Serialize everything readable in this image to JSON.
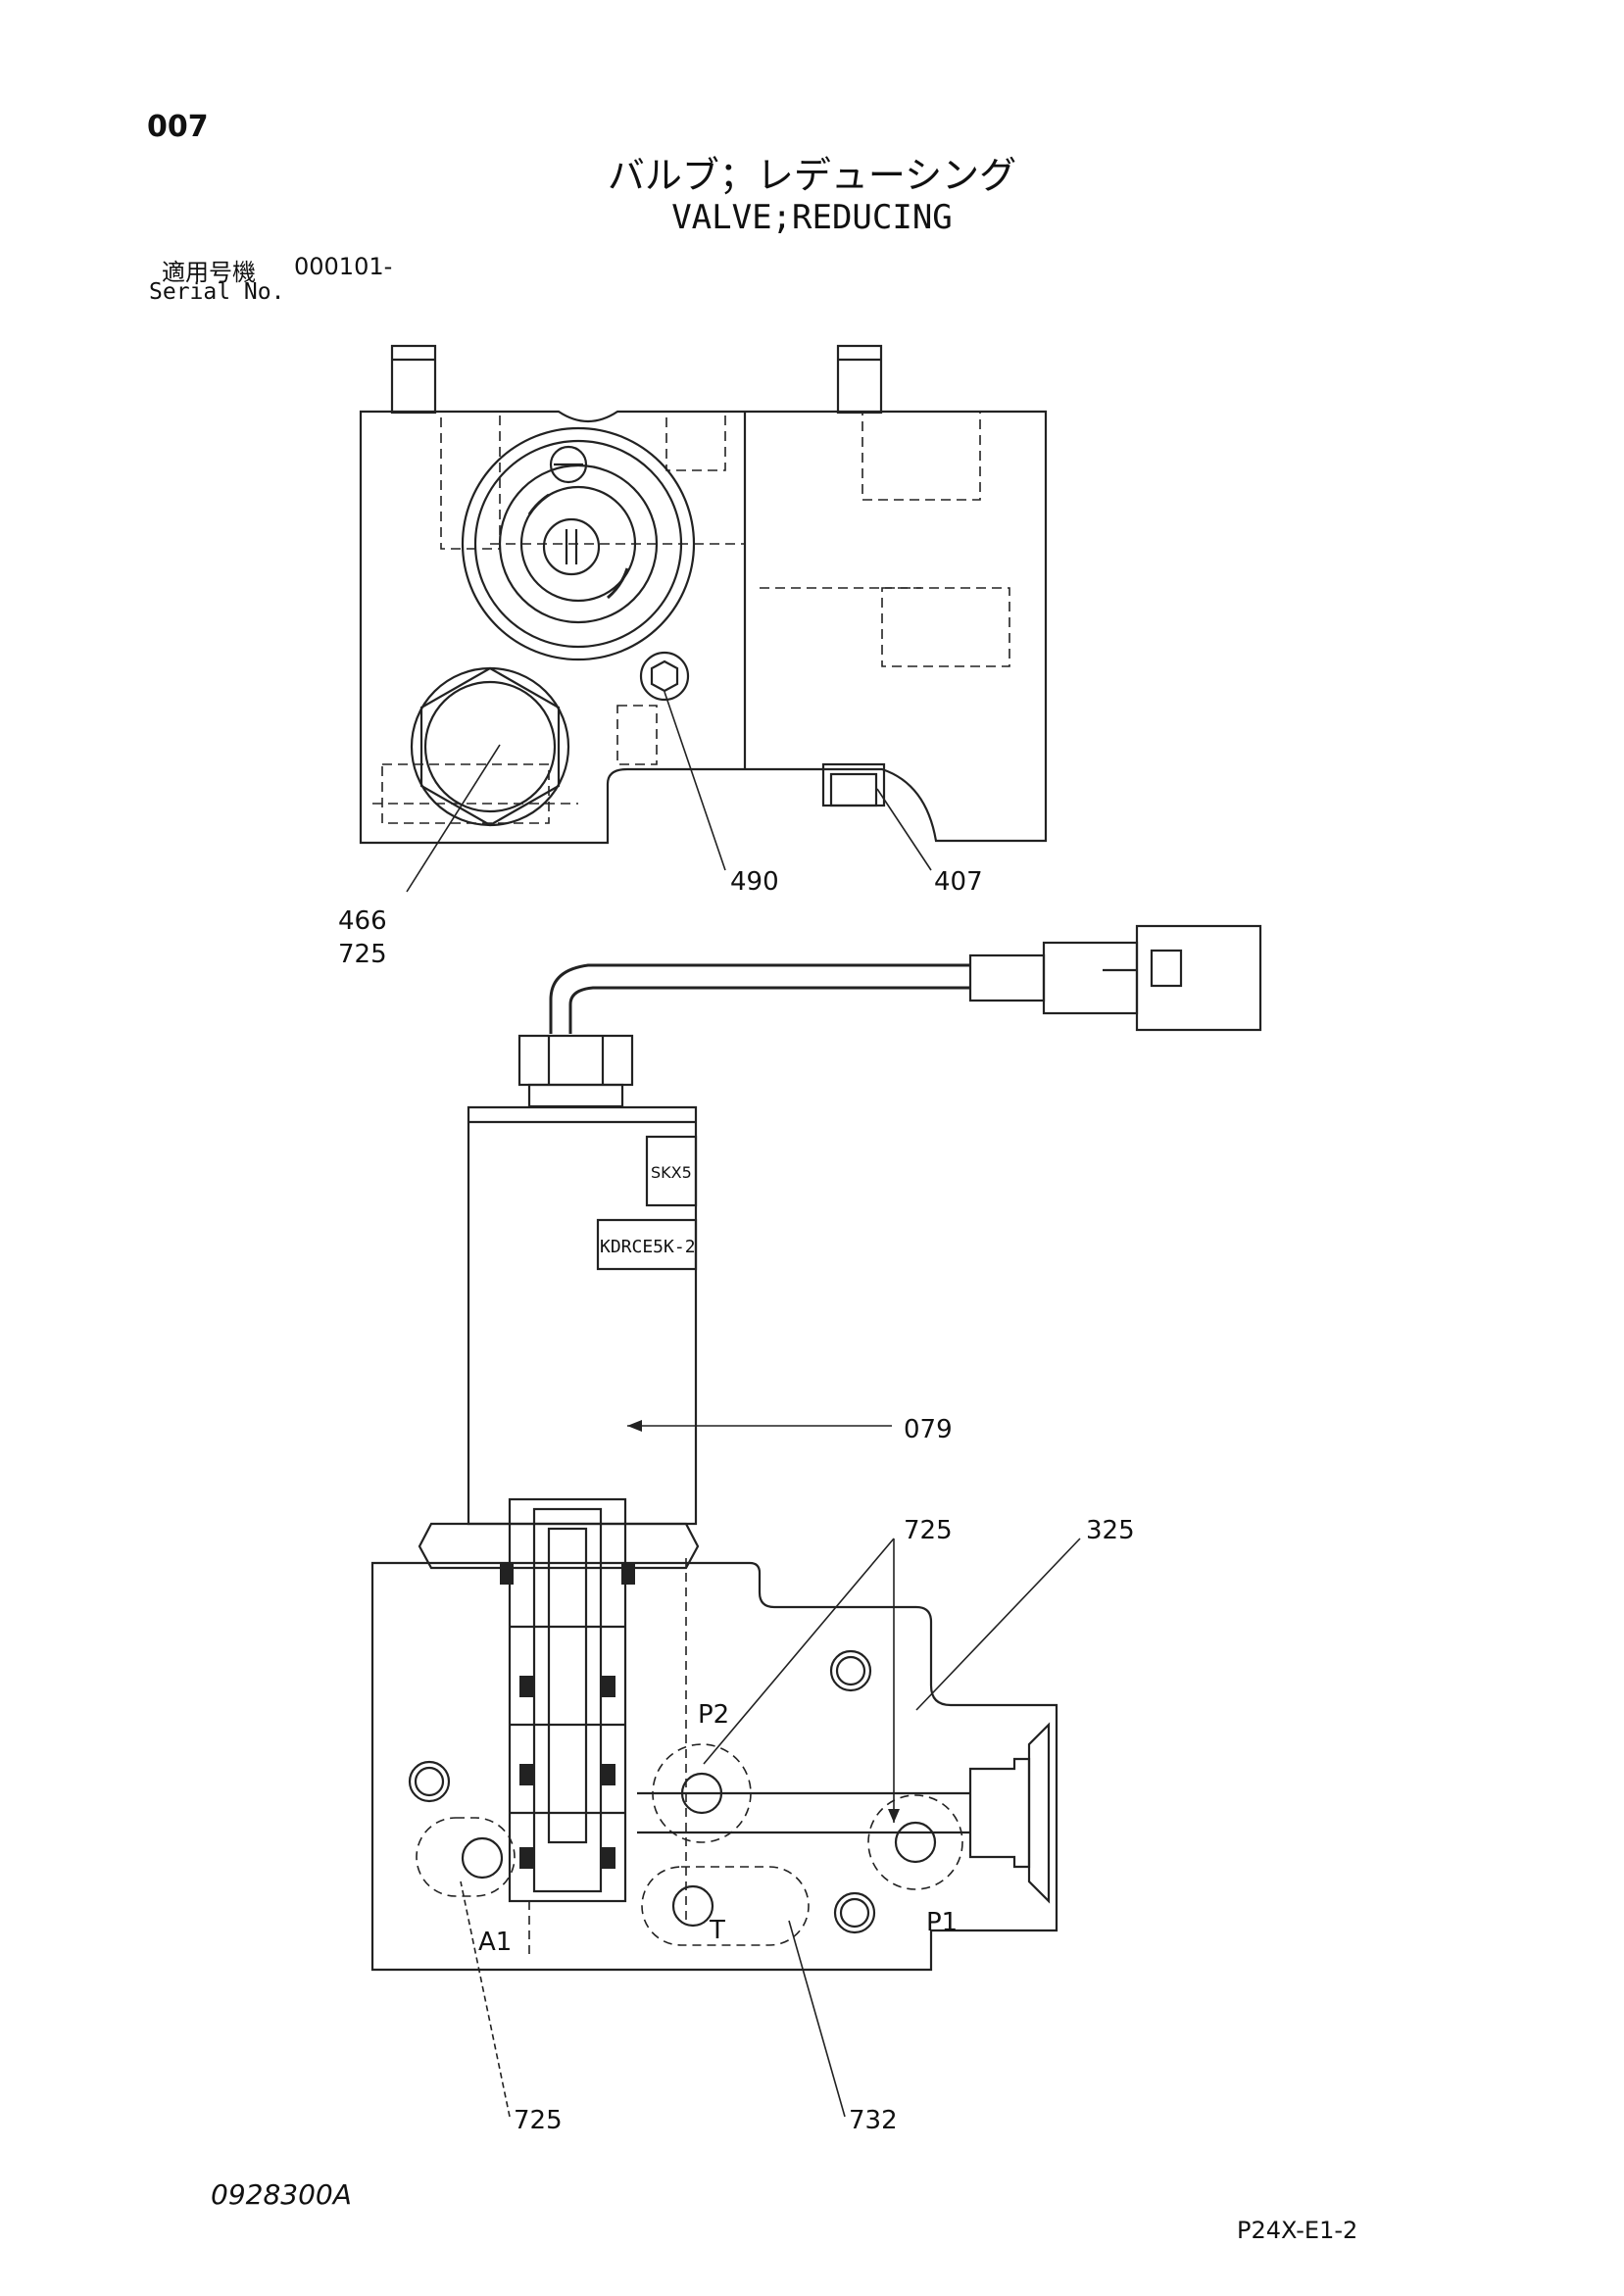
{
  "header": {
    "page_number": "007",
    "title_jp": "バルブ；レデューシング",
    "title_en": "VALVE;REDUCING"
  },
  "serial": {
    "label_jp": "適用号機",
    "label_en": "Serial No.",
    "value": "000101-"
  },
  "callouts": {
    "c466": "466",
    "c725_top": "725",
    "c490": "490",
    "c407": "407",
    "c079": "079",
    "c725_mid": "725",
    "c325": "325",
    "c725_bottom": "725",
    "c732": "732"
  },
  "ports": {
    "p2": "P2",
    "a1": "A1",
    "t": "T",
    "p1": "P1"
  },
  "solenoid_labels": {
    "tag1": "SKX5",
    "tag2": "KDRCE5K-2"
  },
  "footer": {
    "drawing_code": "0928300A",
    "sheet_code": "P24X-E1-2"
  }
}
